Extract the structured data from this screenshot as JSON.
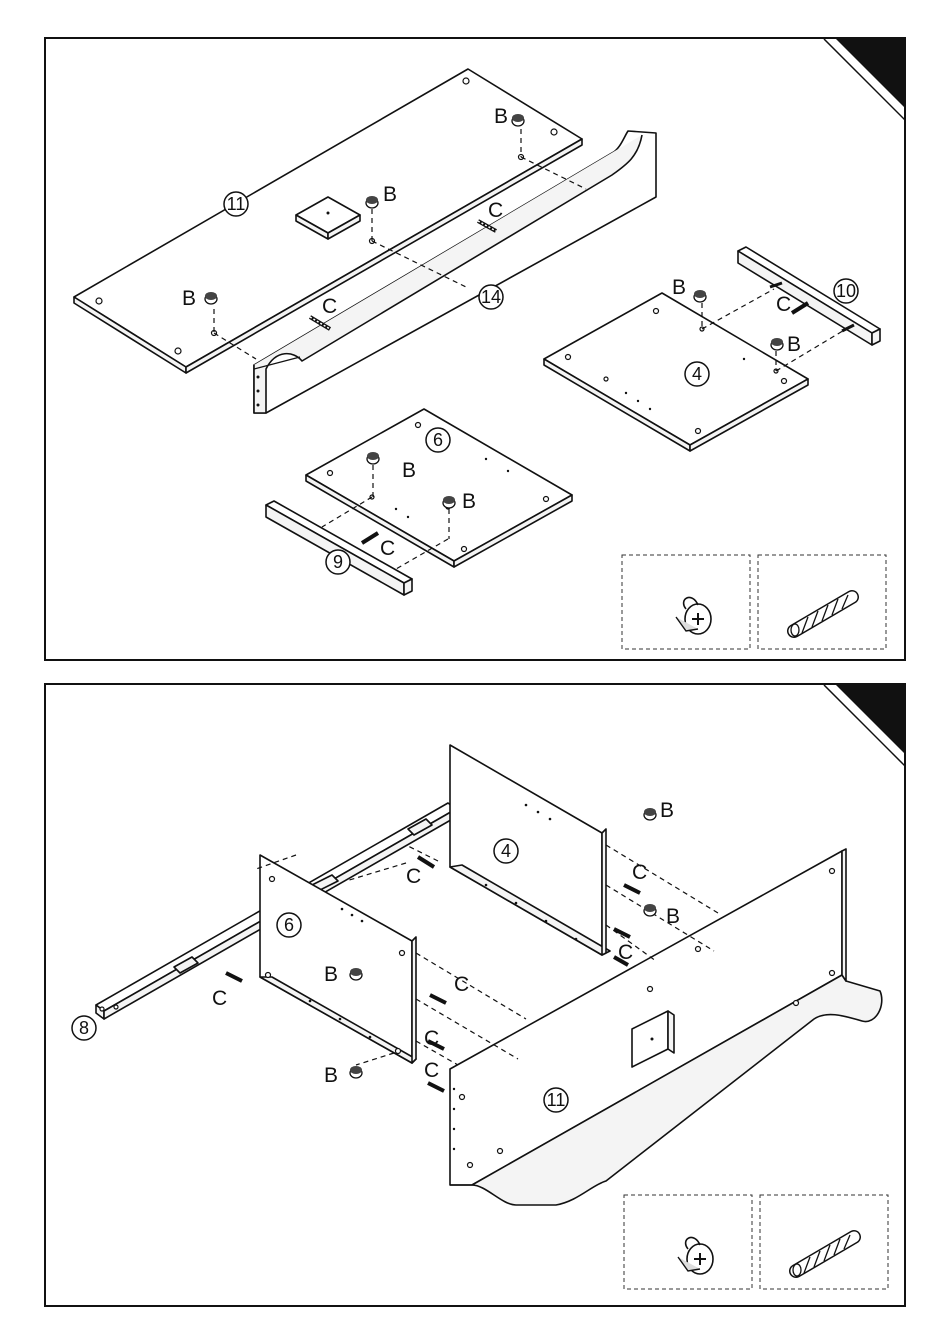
{
  "steps": [
    {
      "parts": {
        "board_top": "11",
        "side_rail": "14",
        "shelf_right": "4",
        "rail_right": "10",
        "shelf_bottom": "6",
        "rail_bottom": "9"
      },
      "hardware_labels": {
        "cam_lock": "B",
        "dowel": "C"
      }
    },
    {
      "parts": {
        "back_panel": "4",
        "left_panel": "6",
        "front_panel": "11",
        "rail": "8"
      },
      "hardware_labels": {
        "cam_lock": "B",
        "dowel": "C"
      }
    }
  ],
  "hardware_icons": [
    "cam-lock-icon",
    "dowel-icon"
  ],
  "corner_marker_color": "#111111"
}
